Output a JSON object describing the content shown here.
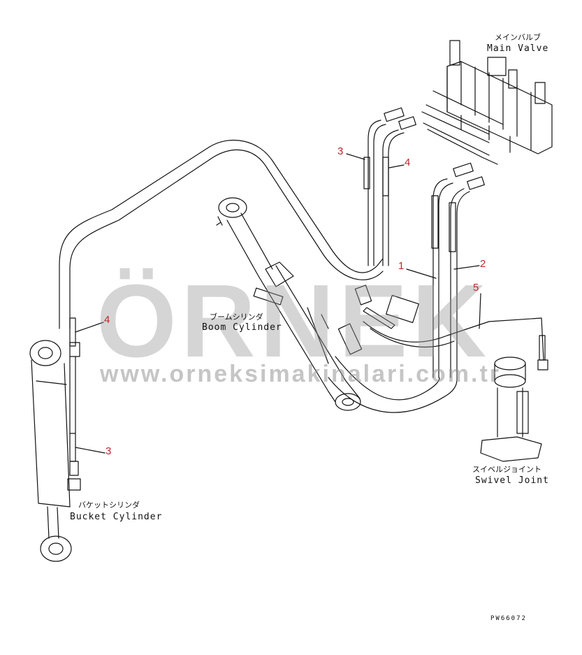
{
  "labels": {
    "main_valve_jp": "メインバルブ",
    "main_valve_en": "Main Valve",
    "boom_cylinder_jp": "ブームシリンダ",
    "boom_cylinder_en": "Boom Cylinder",
    "bucket_cylinder_jp": "バケットシリンダ",
    "bucket_cylinder_en": "Bucket Cylinder",
    "swivel_joint_jp": "スイベルジョイント",
    "swivel_joint_en": "Swivel Joint"
  },
  "callouts": {
    "c1": "1",
    "c2": "2",
    "c3_top": "3",
    "c4_top": "4",
    "c5": "5",
    "c4_left": "4",
    "c3_left": "3"
  },
  "watermark": {
    "brand": "ÖRNEK",
    "url": "www.orneksimakinalari.com.tr"
  },
  "drawing_code": "PW66072",
  "colors": {
    "callout": "#c0272d",
    "line": "#111111",
    "watermark": "#969696"
  }
}
